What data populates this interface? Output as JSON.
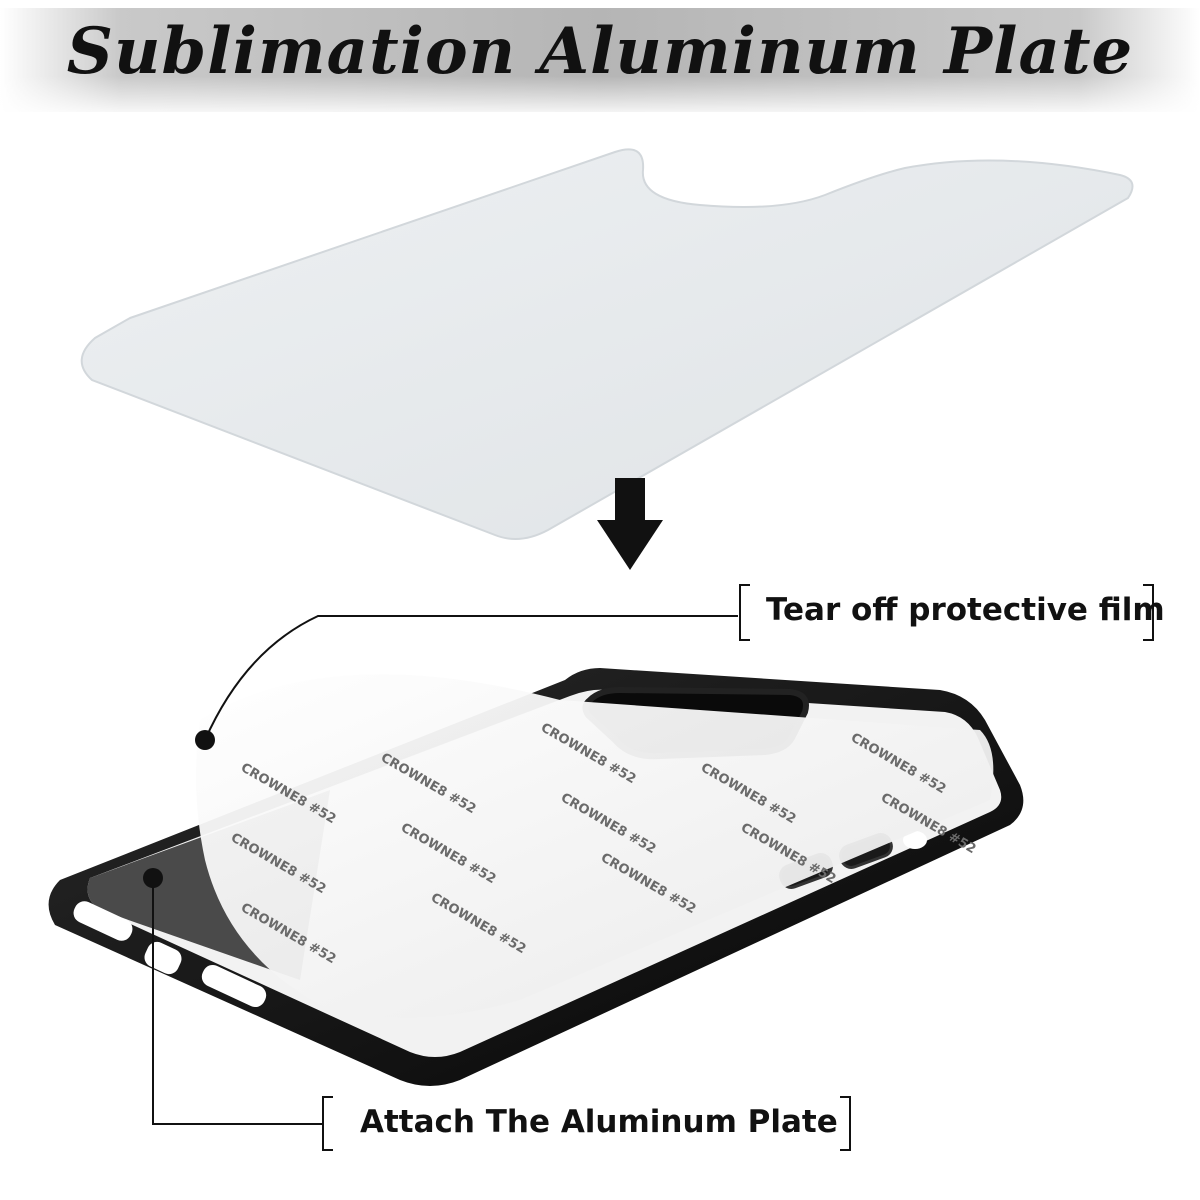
{
  "header": {
    "title": "Sublimation Aluminum Plate"
  },
  "callouts": {
    "tear_off": "Tear off protective film",
    "attach": "Attach The Aluminum Plate"
  },
  "colors": {
    "plate": "#e6e9ec",
    "case": "#111111",
    "film": "#f5f5f5",
    "text": "#111111"
  },
  "film_print": "CROWNE8 #52",
  "icons": {
    "step_arrow": "arrow-down-icon"
  }
}
